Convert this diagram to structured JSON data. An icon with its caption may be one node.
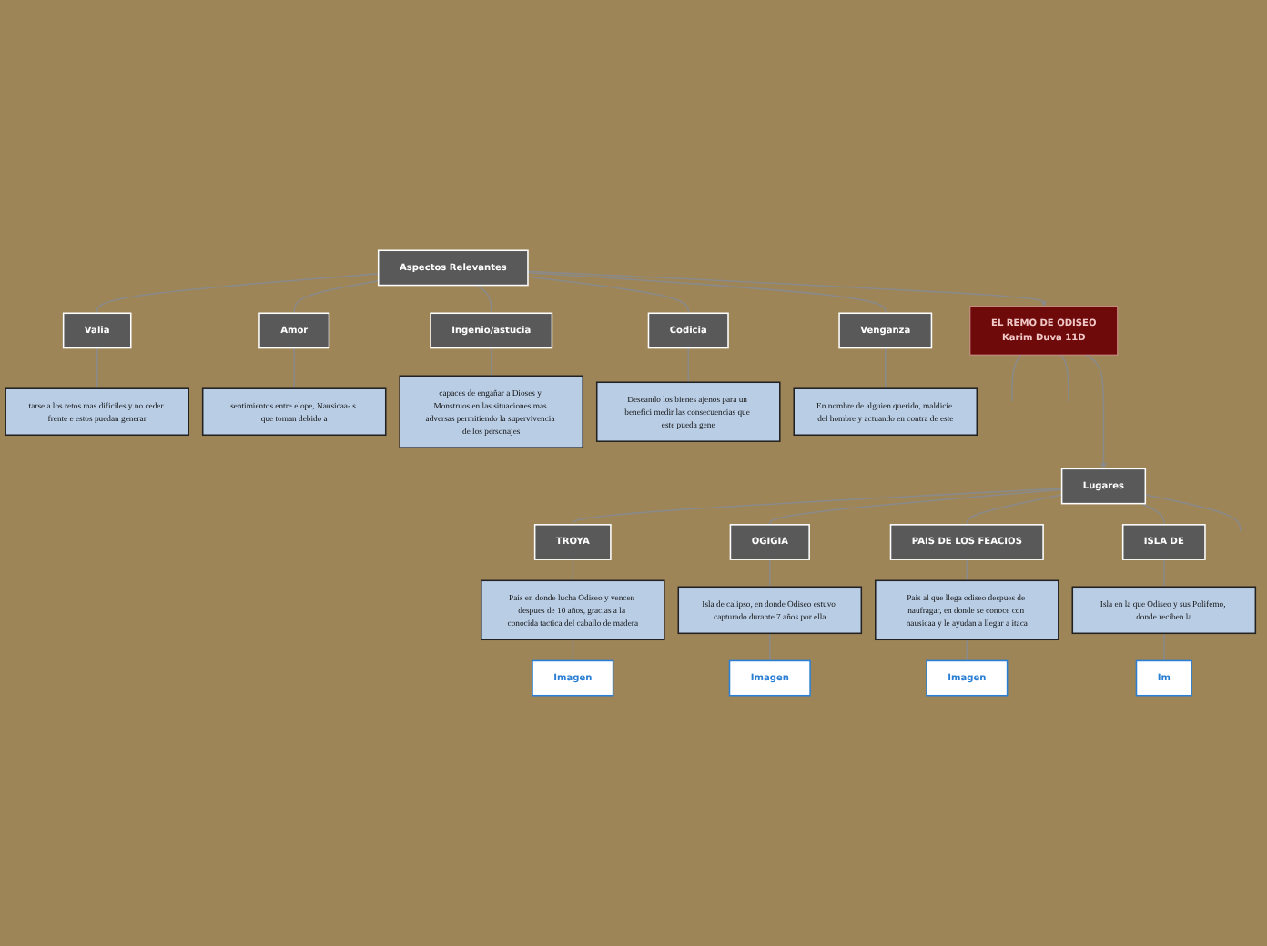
{
  "diagram": {
    "nodes": [
      {
        "text": [
          "EL REMO DE ODISEO",
          "Karim Duva 11D"
        ]
      },
      {
        "text": [
          "Aspectos Relevantes"
        ]
      },
      {
        "text": [
          "Valia"
        ]
      },
      {
        "text": [
          "tarse a los retos mas dificiles y no ceder frente e estos puedan generar"
        ]
      },
      {
        "text": [
          "Amor"
        ]
      },
      {
        "text": [
          "sentimientos entre elope, Nausicaa- s que toman debido a"
        ]
      },
      {
        "text": [
          "Ingenio/astucia"
        ]
      },
      {
        "text": [
          "capaces de engañar a Dioses y Monstruos en las situaciones mas adversas permitiendo la supervivencia de los personajes"
        ]
      },
      {
        "text": [
          "Codicia"
        ]
      },
      {
        "text": [
          "Deseando los bienes ajenos para un benefici medir las consecuencias que este pueda gene"
        ]
      },
      {
        "text": [
          "Venganza"
        ]
      },
      {
        "text": [
          "En nombre de alguien querido, maldicie del hombre y actuando en contra de este"
        ]
      },
      {
        "text": [
          "Lugares"
        ]
      },
      {
        "text": [
          "TROYA"
        ]
      },
      {
        "text": [
          "Pais en donde lucha Odiseo y vencen despues de 10 años, gracias a la conocida tactica del caballo de madera"
        ]
      },
      {
        "text": [
          "Imagen"
        ]
      },
      {
        "text": [
          "OGIGIA"
        ]
      },
      {
        "text": [
          "Isla de calipso, en donde Odiseo estuvo capturado durante 7 años por ella"
        ]
      },
      {
        "text": [
          "Imagen"
        ]
      },
      {
        "text": [
          "PAIS DE LOS FEACIOS"
        ]
      },
      {
        "text": [
          "Pais al que llega odiseo despues de naufragar, en donde se conoce con nausicaa y le ayudan a llegar a itaca"
        ]
      },
      {
        "text": [
          "Imagen"
        ]
      },
      {
        "text": [
          "ISLA DE"
        ]
      },
      {
        "text": [
          "Isla en la que Odiseo y sus Polifemo, donde reciben la"
        ]
      },
      {
        "text": [
          "Im"
        ]
      }
    ],
    "edges": [
      {
        "from": 1,
        "to": 0,
        "arrow": "to"
      },
      {
        "from": 0,
        "to": 12,
        "arrow": "to"
      },
      {
        "from": 0,
        "to": null,
        "arrow": "none"
      },
      {
        "from": 0,
        "to": null,
        "arrow": "none"
      },
      {
        "from": 1,
        "to": 2,
        "arrow": "none"
      },
      {
        "from": 2,
        "to": 3,
        "arrow": "none"
      },
      {
        "from": 1,
        "to": 4,
        "arrow": "none"
      },
      {
        "from": 4,
        "to": 5,
        "arrow": "none"
      },
      {
        "from": 1,
        "to": 6,
        "arrow": "none"
      },
      {
        "from": 6,
        "to": 7,
        "arrow": "none"
      },
      {
        "from": 1,
        "to": 8,
        "arrow": "none"
      },
      {
        "from": 8,
        "to": 9,
        "arrow": "none"
      },
      {
        "from": 1,
        "to": 10,
        "arrow": "none"
      },
      {
        "from": 10,
        "to": 11,
        "arrow": "none"
      },
      {
        "from": 12,
        "to": null,
        "arrow": "none"
      },
      {
        "from": 12,
        "to": 13,
        "arrow": "none"
      },
      {
        "from": 13,
        "to": 14,
        "arrow": "none"
      },
      {
        "from": 14,
        "to": 15,
        "arrow": "none"
      },
      {
        "from": 12,
        "to": 16,
        "arrow": "none"
      },
      {
        "from": 16,
        "to": 17,
        "arrow": "none"
      },
      {
        "from": 17,
        "to": 18,
        "arrow": "none"
      },
      {
        "from": 12,
        "to": 19,
        "arrow": "none"
      },
      {
        "from": 19,
        "to": 20,
        "arrow": "none"
      },
      {
        "from": 20,
        "to": 21,
        "arrow": "none"
      },
      {
        "from": 12,
        "to": 22,
        "arrow": "none"
      },
      {
        "from": 22,
        "to": 23,
        "arrow": "none"
      },
      {
        "from": 23,
        "to": 24,
        "arrow": "none"
      }
    ]
  }
}
